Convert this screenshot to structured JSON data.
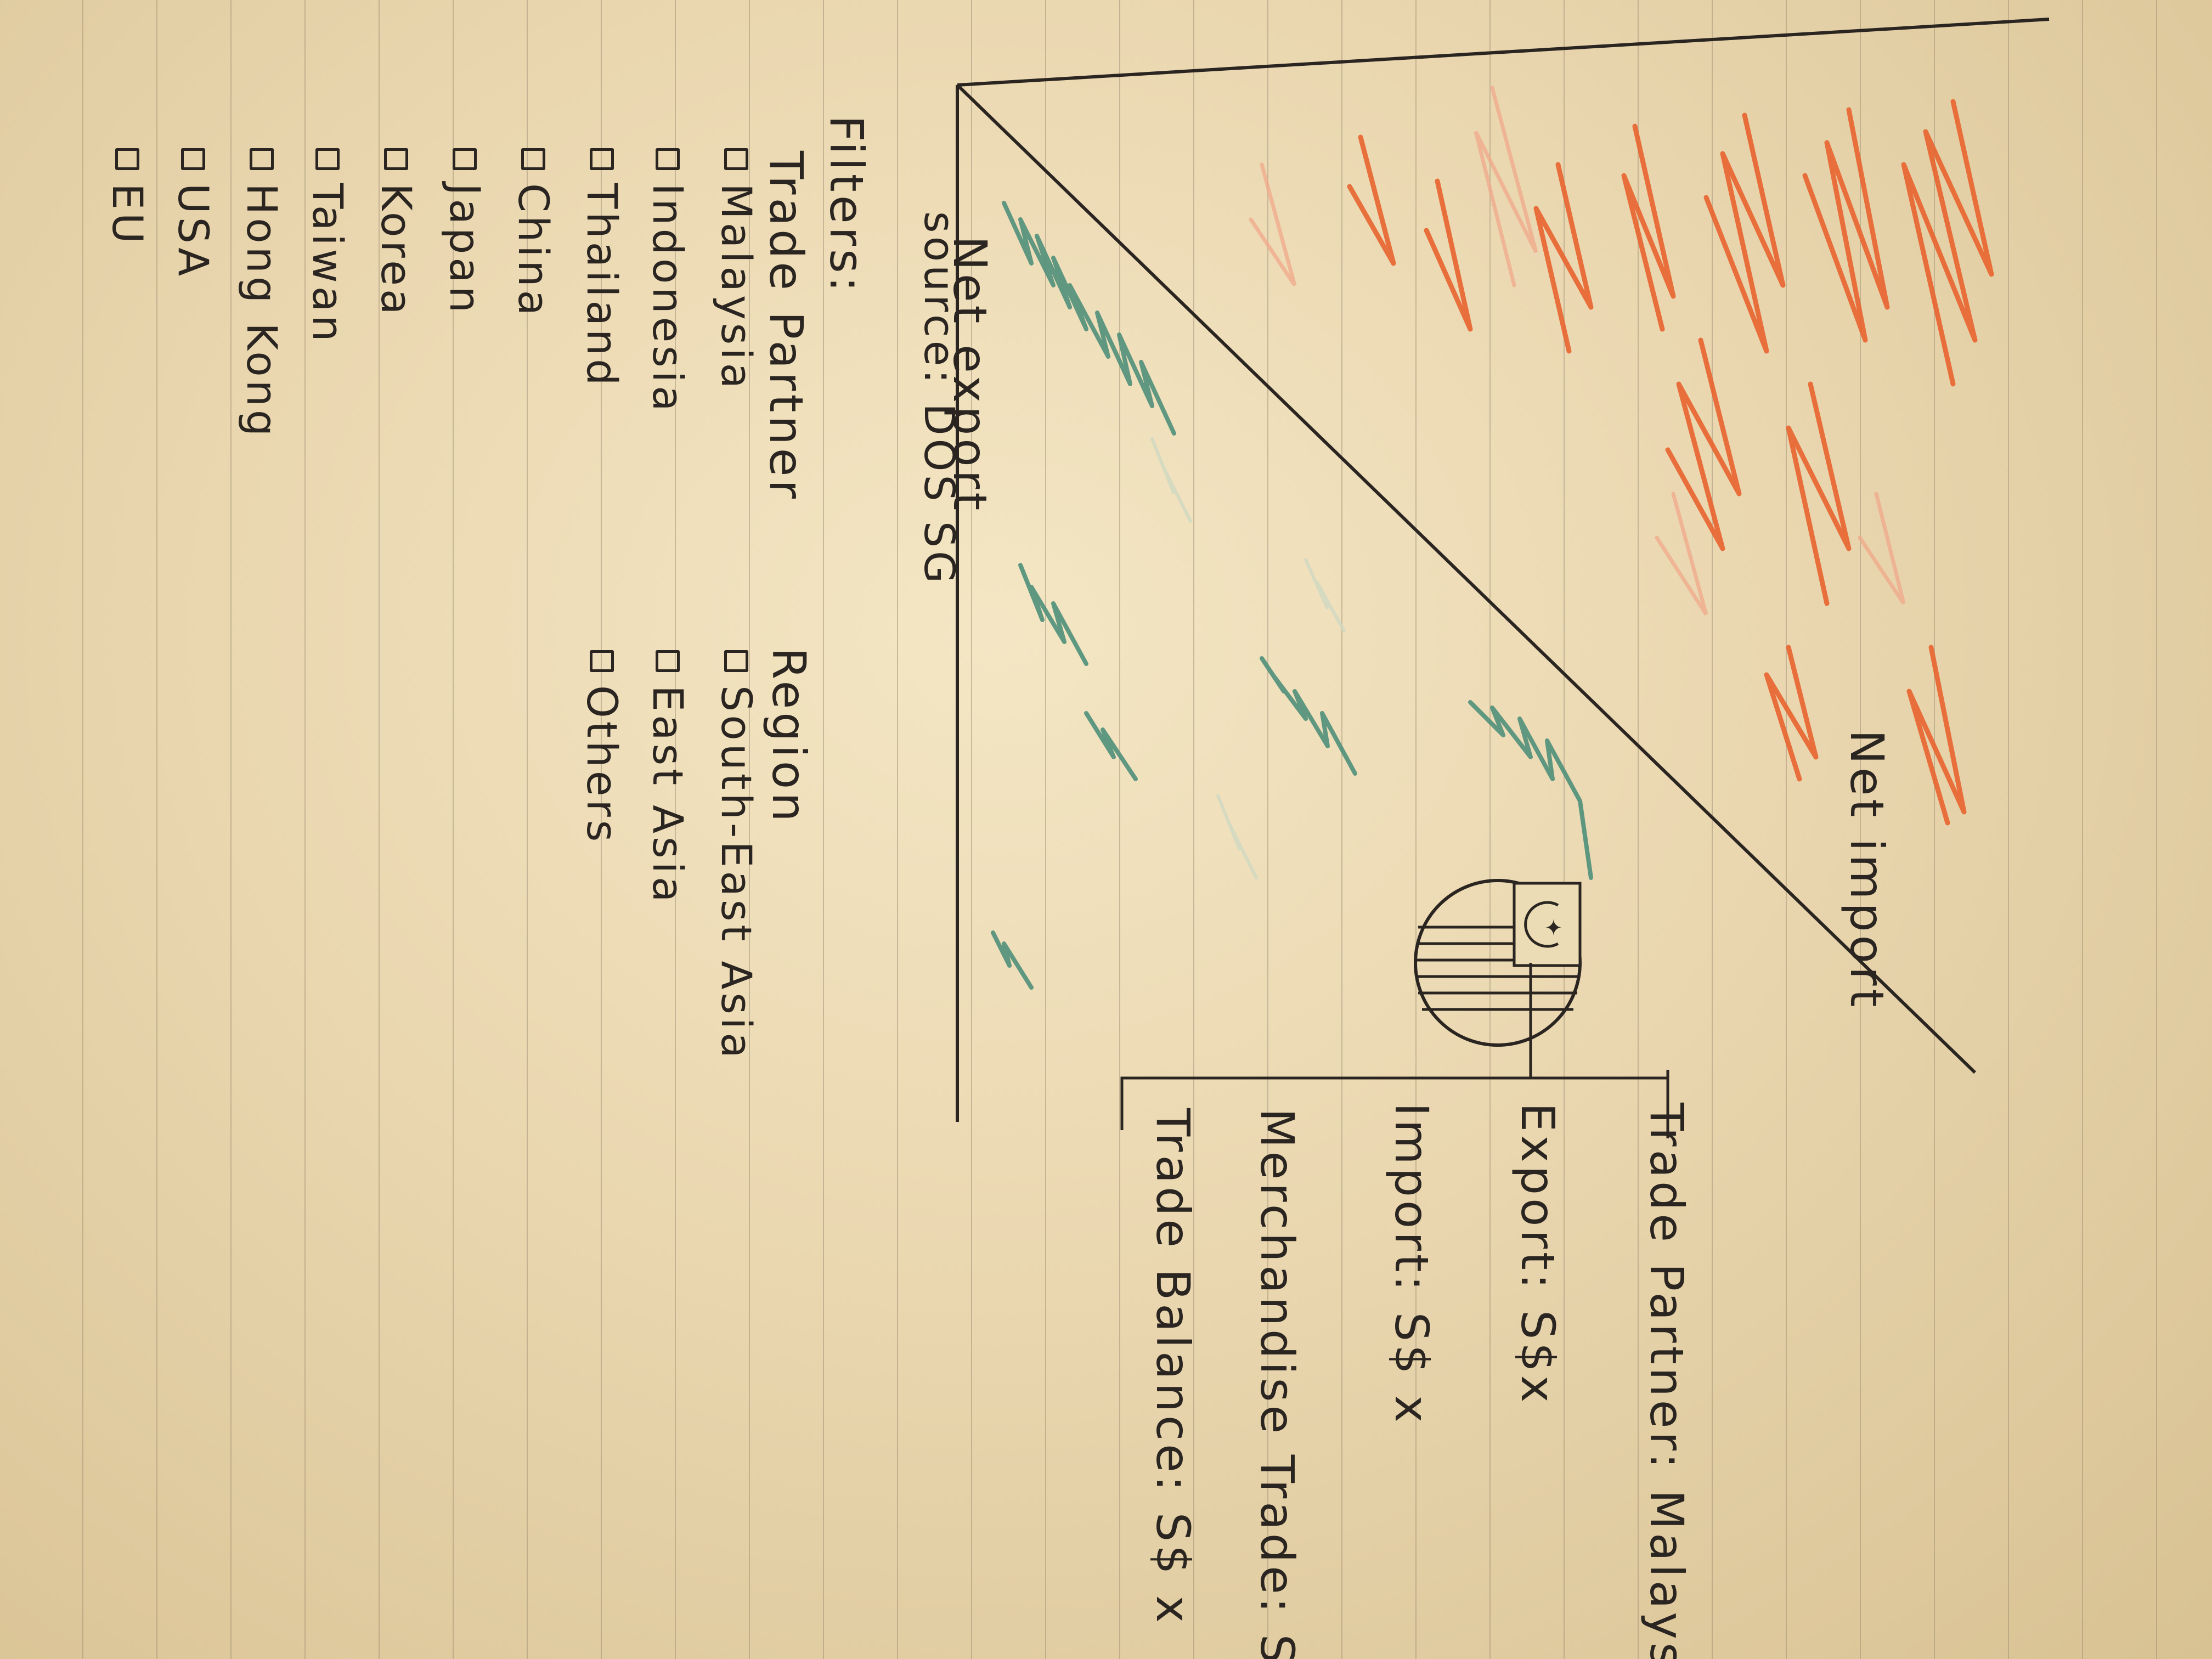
{
  "chart_area": {
    "upper_label": "Net import",
    "lower_label": "Net export",
    "source": "source: DOS SG",
    "colors": {
      "net_import": "#e8642f",
      "net_export": "#4f8f7a",
      "ink": "#2a2520"
    }
  },
  "marker": {
    "icon": "malaysia-flag-icon"
  },
  "tooltip": {
    "trade_partner": "Trade Partner: Malaysia",
    "export": "Export: S$x",
    "import": "Import: S$ x",
    "merchandise_trade": "Merchandise Trade: S$x",
    "trade_balance": "Trade Balance: S$ x"
  },
  "filters": {
    "title": "Filters:",
    "trade_partner": {
      "heading": "Trade Partner",
      "options": [
        "Malaysia",
        "Indonesia",
        "Thailand",
        "China",
        "Japan",
        "Korea",
        "Taiwan",
        "Hong Kong",
        "USA",
        "EU"
      ]
    },
    "region": {
      "heading": "Region",
      "options": [
        "South-East Asia",
        "East Asia",
        "Others"
      ]
    }
  }
}
